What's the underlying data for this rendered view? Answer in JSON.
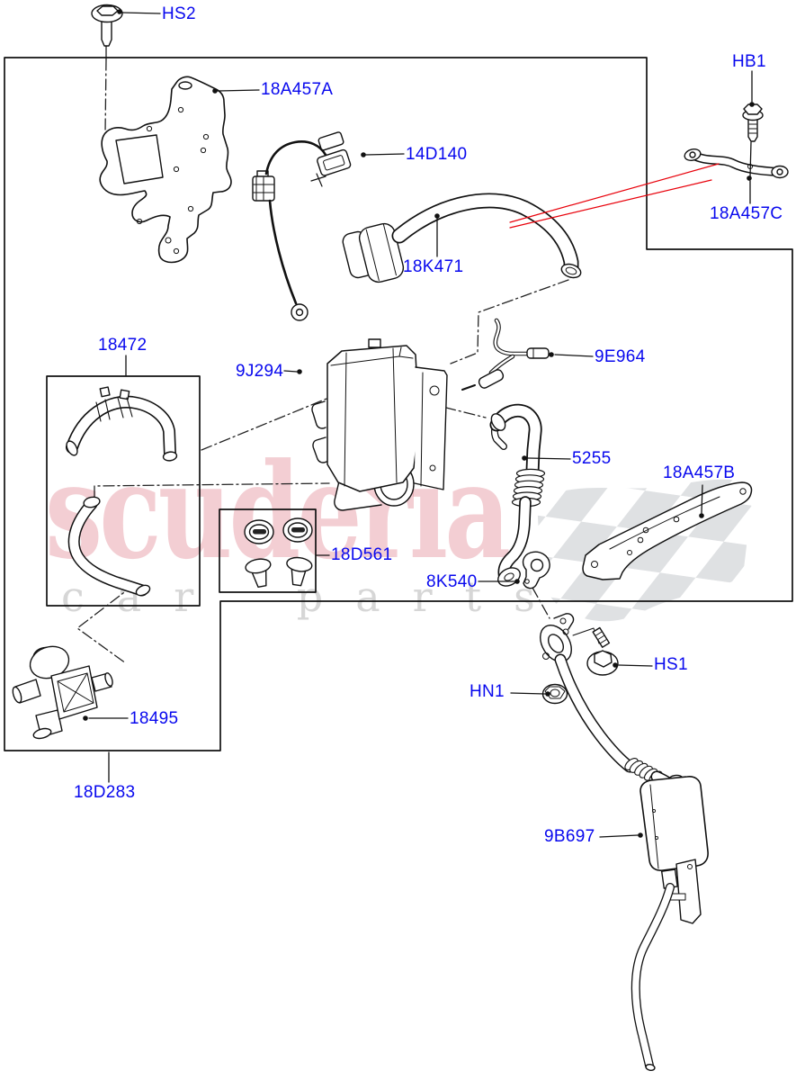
{
  "watermark": {
    "brand": "scuderia",
    "subtitle": "car parts"
  },
  "colors": {
    "label_blue": "#0808ee",
    "line_black": "#111111",
    "red_reference_line": "#e8000a",
    "watermark_pink": "#db6a7a",
    "watermark_gray": "#b4b4b4",
    "checker_gray": "#d7d9dc",
    "background": "#ffffff"
  },
  "labels": {
    "hs2": {
      "text": "HS2"
    },
    "bracket_18a457a": {
      "text": "18A457A"
    },
    "wiring_14d140": {
      "text": "14D140"
    },
    "hose_18k471": {
      "text": "18K471"
    },
    "hb1": {
      "text": "HB1"
    },
    "bracket_18a457c": {
      "text": "18A457C"
    },
    "hoses_18472": {
      "text": "18472"
    },
    "heater_9j294": {
      "text": "9J294"
    },
    "fuel_pipe_9e964": {
      "text": "9E964"
    },
    "exh_pipe_5255": {
      "text": "5255"
    },
    "bracket_18a457b": {
      "text": "18A457B"
    },
    "kit_18d561": {
      "text": "18D561"
    },
    "clamp_8k540": {
      "text": "8K540"
    },
    "hs1": {
      "text": "HS1"
    },
    "hn1": {
      "text": "HN1"
    },
    "valve_18495": {
      "text": "18495"
    },
    "kit_18d283": {
      "text": "18D283"
    },
    "silencer_9b697": {
      "text": "9B697"
    }
  }
}
